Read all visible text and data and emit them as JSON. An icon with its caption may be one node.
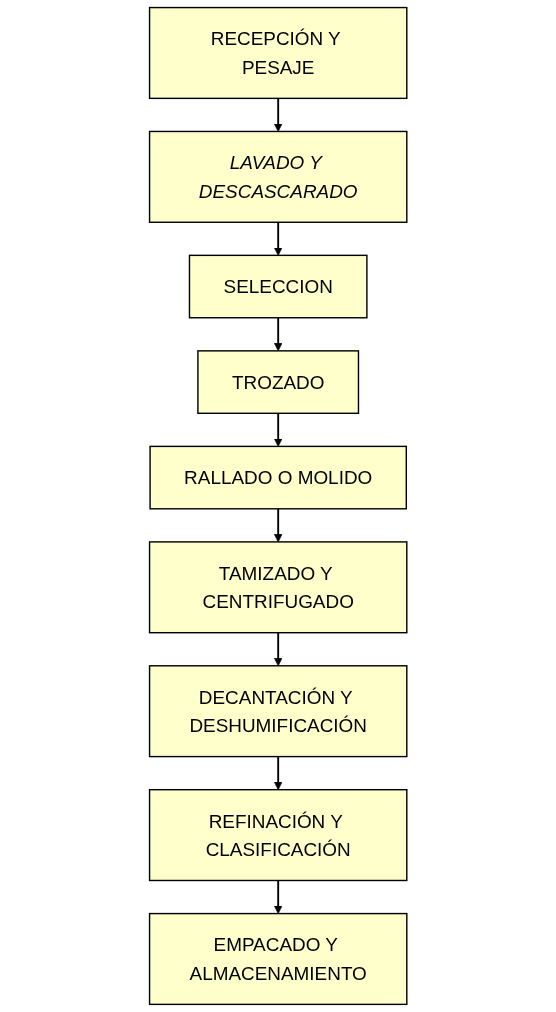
{
  "diagram": {
    "nodes": [
      {
        "text": [
          "RECEPCIÓN Y PESAJE"
        ]
      },
      {
        "text": [
          "LAVADO Y DESCASCARADO"
        ]
      },
      {
        "text": [
          "SELECCION"
        ]
      },
      {
        "text": [
          "TROZADO"
        ]
      },
      {
        "text": [
          "RALLADO O MOLIDO"
        ]
      },
      {
        "text": [
          "TAMIZADO Y CENTRIFUGADO"
        ]
      },
      {
        "text": [
          "DECANTACIÓN Y DESHUMIFICACIÓN"
        ]
      },
      {
        "text": [
          "REFINACIÓN Y CLASIFICACIÓN"
        ]
      },
      {
        "text": [
          "EMPACADO Y ALMACENAMIENTO"
        ]
      }
    ],
    "edges": [
      {
        "from": 0,
        "to": 1,
        "arrow": "to"
      },
      {
        "from": 1,
        "to": 2,
        "arrow": "to"
      },
      {
        "from": 2,
        "to": 3,
        "arrow": "to"
      },
      {
        "from": 3,
        "to": 4,
        "arrow": "to"
      },
      {
        "from": 4,
        "to": 5,
        "arrow": "to"
      },
      {
        "from": 5,
        "to": 6,
        "arrow": "to"
      },
      {
        "from": 6,
        "to": 7,
        "arrow": "to"
      },
      {
        "from": 7,
        "to": 8,
        "arrow": "to"
      }
    ]
  }
}
